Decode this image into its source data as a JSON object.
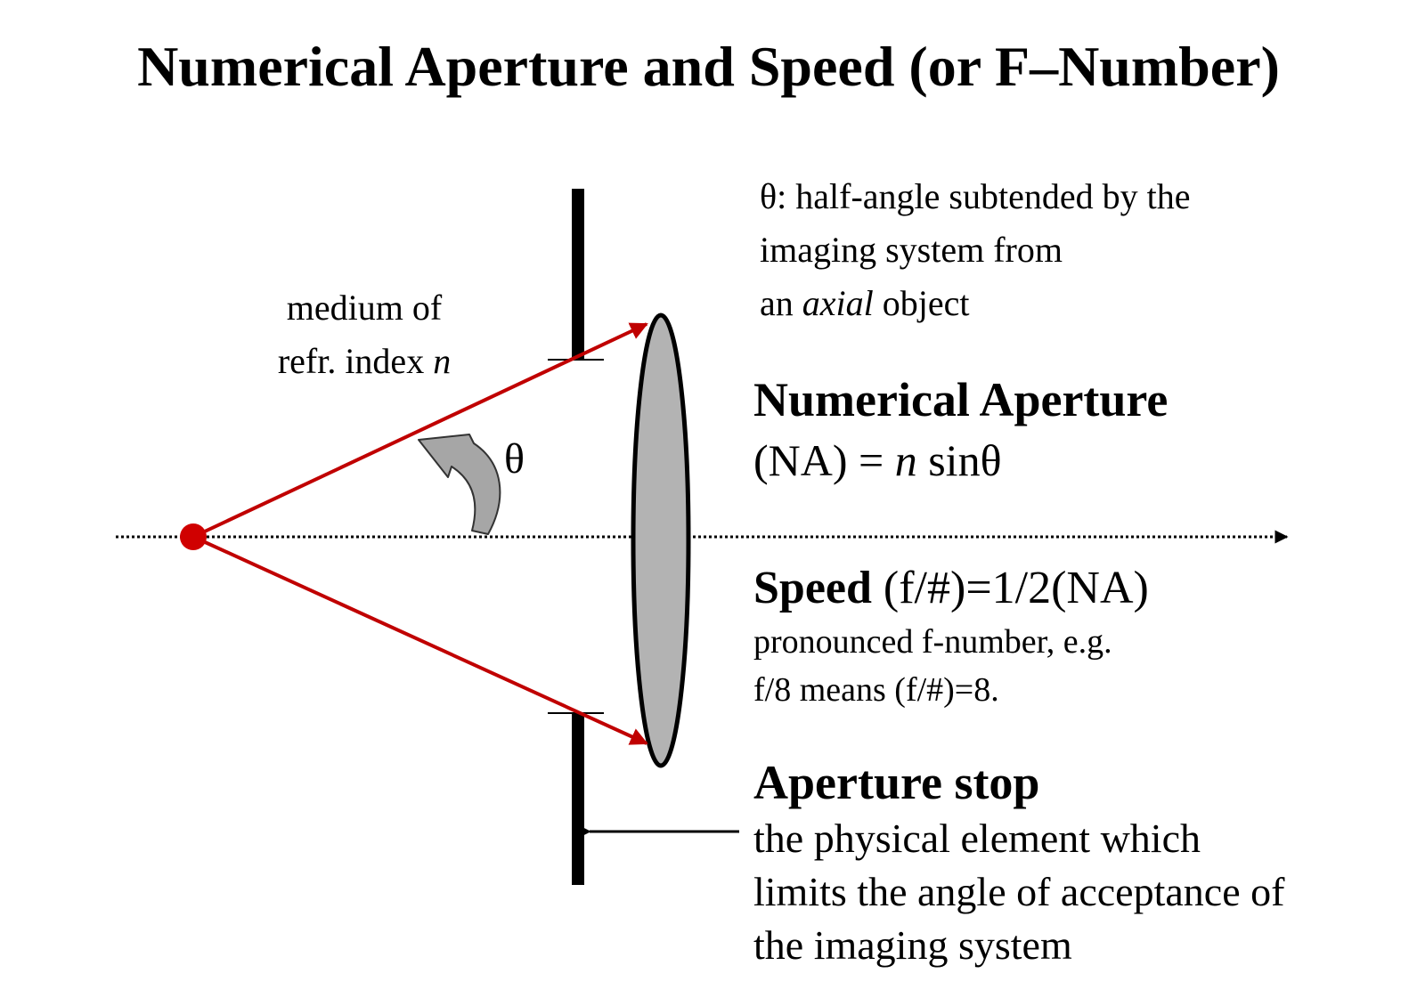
{
  "title": "Numerical Aperture and Speed (or F–Number)",
  "medium": {
    "line1": "medium of",
    "line2_prefix": "refr. index ",
    "line2_var": "n"
  },
  "theta_symbol": "θ",
  "theta_def": {
    "line1": "θ: half-angle subtended by the",
    "line2": "imaging system from",
    "line3_prefix": "an ",
    "line3_em": "axial",
    "line3_suffix": " object"
  },
  "na": {
    "heading": "Numerical Aperture",
    "formula_prefix": "(NA) = ",
    "formula_var": "n",
    "formula_suffix": " sinθ"
  },
  "speed": {
    "heading": "Speed",
    "formula": " (f/#)=1/2(NA)",
    "note1": "pronounced f-number, e.g.",
    "note2": "f/8 means (f/#)=8."
  },
  "stop": {
    "heading": "Aperture stop",
    "line1": "the physical element which",
    "line2": "limits the angle of acceptance of",
    "line3": "the imaging system"
  },
  "colors": {
    "ray": "#c00000",
    "lens_fill": "#b3b3b3",
    "arc_fill": "#a6a6a6"
  }
}
